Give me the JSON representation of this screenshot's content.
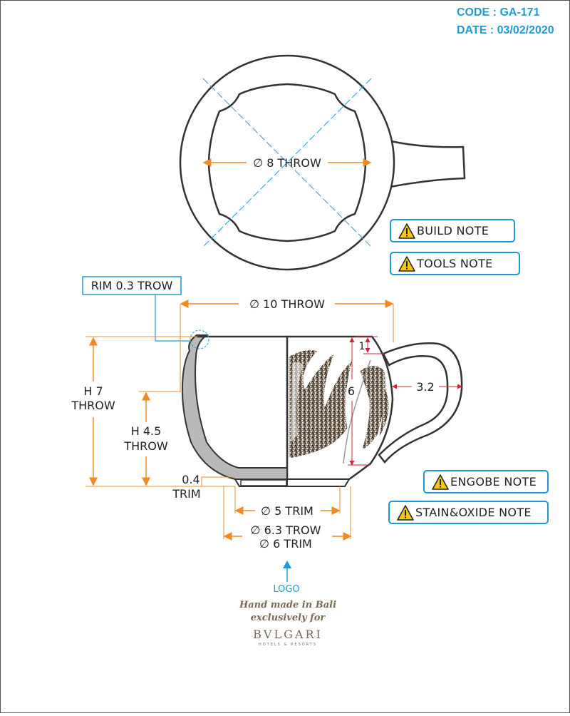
{
  "header": {
    "code": "CODE : GA-171",
    "date": "DATE : 03/02/2020"
  },
  "top_view": {
    "inner_diameter_label": "∅ 8 THROW"
  },
  "side_view": {
    "rim_label": "RIM 0.3 TROW",
    "width_label": "∅ 10 THROW",
    "height_label_1": "H 7",
    "height_label_2": "THROW",
    "inner_height_label_1": "H 4.5",
    "inner_height_label_2": "THROW",
    "base_thickness_label_1": "0.4",
    "base_thickness_label_2": "TRIM",
    "foot_inner_label": "∅ 5 TRIM",
    "foot_outer_label_1": "∅ 6.3 TROW",
    "foot_outer_label_2": "∅ 6 TRIM",
    "handle_label": "3.2",
    "decoration_height_label": "6",
    "rim_band_label": "1"
  },
  "notes": {
    "build": "BUILD NOTE",
    "tools": "TOOLS NOTE",
    "engobe": "ENGOBE NOTE",
    "stain_oxide": "STAIN&OXIDE NOTE"
  },
  "logo": {
    "pointer_label": "LOGO",
    "line1": "Hand made in Bali",
    "line2": "exclusively for",
    "brand": "BVLGARI",
    "brand_sub": "HOTELS & RESORTS"
  },
  "colors": {
    "accent_blue": "#1f9ad6",
    "dimension_orange": "#f08a24",
    "outline": "#333333",
    "wall_section": "#b9b9b9",
    "logo_brown": "#7b6a55"
  }
}
